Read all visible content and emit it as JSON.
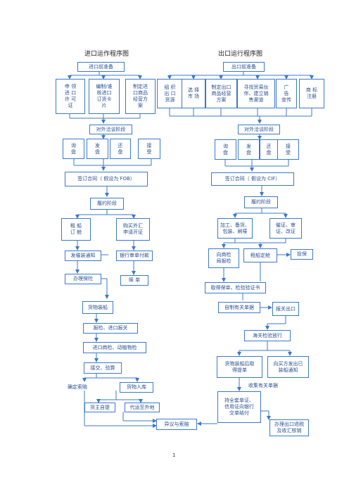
{
  "left": {
    "title": "进口运作程序图",
    "pre": "进口前准备",
    "prep": [
      "申 领\n进 口\n许 可\n证",
      "编制/谁\n核进口\n订货卡\n片",
      "制定进\n口商品\n经营方\n案"
    ],
    "nego": "对外洽谈阶段",
    "steps": [
      "询\n盘",
      "发\n盘",
      "还\n盘",
      "接\n受"
    ],
    "contract": "签订合同（ 假设为 FOB）",
    "perform": "履约阶段",
    "charter": "租 船\n订 舱",
    "buyfx": "购买外汇\n申请开证",
    "notice": "发催装通知",
    "lc": "银行审单付款",
    "insure": "办理保险",
    "redeem": "赎 单",
    "ship": "货物装船",
    "report": "报检、进口报关",
    "inspect": "进口商检、动植物检",
    "unload": "接交、验算",
    "claim_prep": "确定索赔",
    "warehouse": "货物入库",
    "pickup": "货主自提",
    "forward": "代运至外地",
    "dispute": "异议与索赔"
  },
  "right": {
    "title": "出口运行程序图",
    "pre": "出口前准备",
    "prep": [
      "组 织\n出 口\n货源",
      "选 择\n市 场",
      "制定出口\n商品经营\n方案",
      "寻找贸易伙\n伴、建立销\n售渠道",
      "广 告\n宣传",
      "商 标\n注册"
    ],
    "nego": "对外洽谈阶段",
    "steps": [
      "询\n盘",
      "发\n盘",
      "还\n盘",
      "接\n受"
    ],
    "contract": "签订合同（ 假设为 CIF）",
    "perform": "履约阶段",
    "process": "加工、备货、\n包装、刷唛",
    "lcck": "催证、审\n证、改证",
    "quality": "向商检\n局报检",
    "booking": "租船定舱",
    "insure": "投保",
    "cert": "取得保单、检验验证书",
    "docs": "自制有关单据",
    "customs": "报关出口",
    "release": "海关检验放行",
    "bl": "货物装船后取\n得提单",
    "shipnote": "向买方发出已\n装船通知",
    "collect": "收集有关单据",
    "present": "持全套单证、\n信用证向银行\n交单结付",
    "settle": "办理出口退税\n及收汇核销"
  },
  "page_number": "1"
}
